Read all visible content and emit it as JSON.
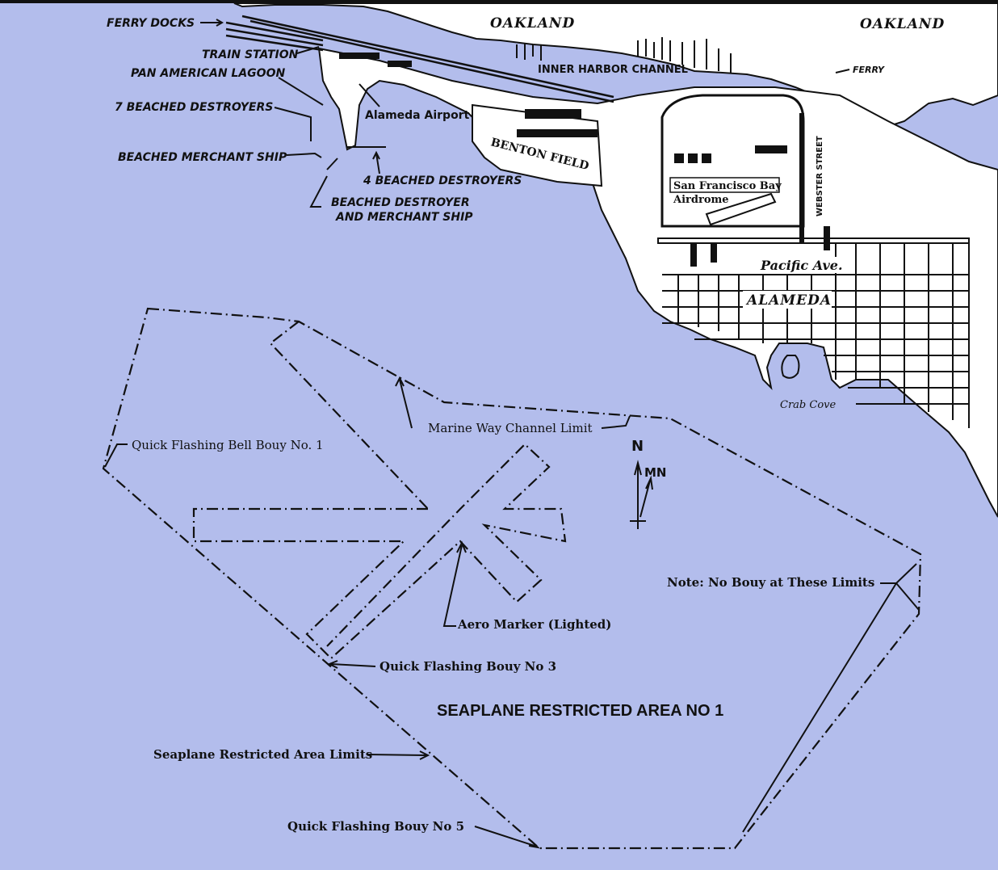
{
  "map": {
    "cities": {
      "oakland_west": "OAKLAND",
      "oakland_east": "OAKLAND",
      "alameda": "ALAMEDA"
    },
    "labels": {
      "ferry_docks": "FERRY DOCKS",
      "train_station": "TRAIN STATION",
      "pan_american_lagoon": "PAN AMERICAN LAGOON",
      "seven_beached_destroyers": "7 BEACHED DESTROYERS",
      "beached_merchant_ship": "BEACHED MERCHANT SHIP",
      "four_beached_destroyers": "4 BEACHED DESTROYERS",
      "beached_destroyer_line1": "BEACHED DESTROYER",
      "beached_destroyer_line2": "AND MERCHANT SHIP",
      "alameda_airport": "Alameda Airport",
      "inner_harbor_channel": "INNER HARBOR CHANNEL",
      "ferry": "FERRY",
      "benton_field": "BENTON FIELD",
      "sf_bay_airdrome_line1": "San Francisco Bay",
      "sf_bay_airdrome_line2": "Airdrome",
      "webster_street": "WEBSTER STREET",
      "pacific_ave": "Pacific Ave.",
      "crab_cove": "Crab Cove",
      "marine_way_channel_limit": "Marine Way Channel Limit",
      "quick_flashing_bell_bouy_1": "Quick Flashing Bell Bouy No. 1",
      "aero_marker": "Aero Marker (Lighted)",
      "quick_flashing_bouy_3": "Quick Flashing Bouy No  3",
      "note_no_bouy": "Note:  No Bouy at  These Limits",
      "seaplane_restricted_area": "SEAPLANE RESTRICTED AREA NO  1",
      "seaplane_restricted_area_limits": "Seaplane Restricted Area Limits",
      "quick_flashing_bouy_5": "Quick Flashing Bouy No 5"
    },
    "compass": {
      "north": "N",
      "magnetic_north": "MN"
    },
    "colors": {
      "water": "#b3bdec",
      "land": "#ffffff",
      "ink": "#111111"
    }
  }
}
